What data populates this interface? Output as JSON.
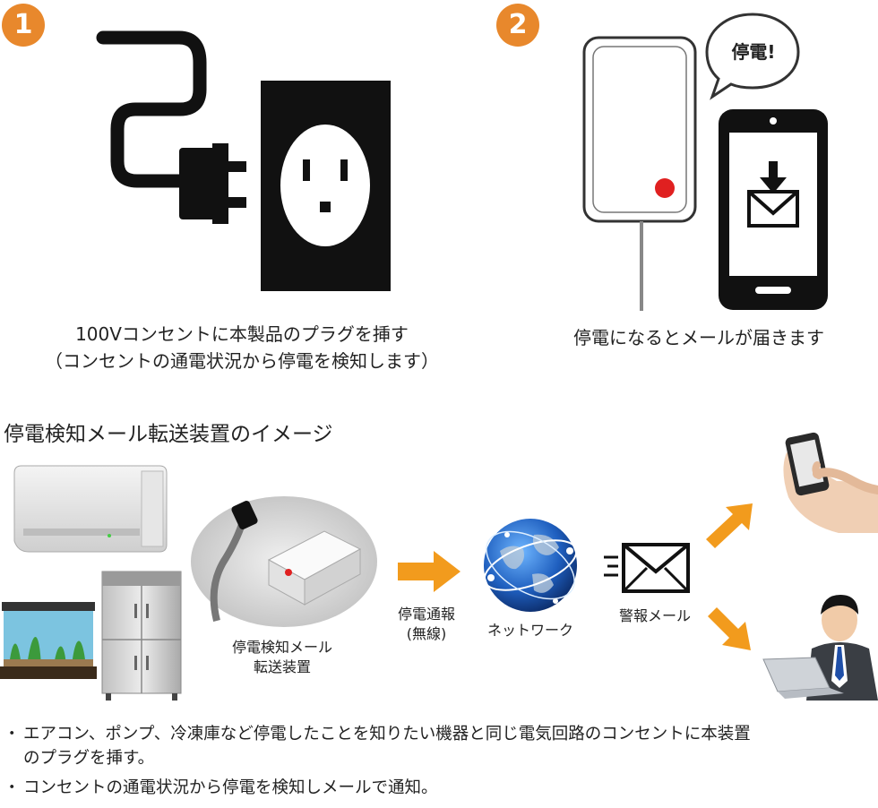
{
  "steps": [
    {
      "number": "1",
      "caption_line1": "100Vコンセントに本製品のプラグを挿す",
      "caption_line2": "（コンセントの通電状況から停電を検知します）"
    },
    {
      "number": "2",
      "caption_line1": "停電になるとメールが届きます",
      "bubble_text": "停電!"
    }
  ],
  "section_title": "停電検知メール転送装置のイメージ",
  "flow": {
    "device_label_line1": "停電検知メール",
    "device_label_line2": "転送装置",
    "notice_line1": "停電通報",
    "notice_line2": "(無線)",
    "network_label": "ネットワーク",
    "alert_label": "警報メール"
  },
  "bullets": [
    {
      "line1": "エアコン、ポンプ、冷凍庫など停電したことを知りたい機器と同じ電気回路のコンセントに本装置",
      "line2": "のプラグを挿す。"
    },
    {
      "line1": "コンセントの通電状況から停電を検知しメールで通知。"
    }
  ],
  "colors": {
    "accent": "#e8882c",
    "arrow": "#f29b1d",
    "alarm": "#e02020",
    "dark": "#111111"
  }
}
